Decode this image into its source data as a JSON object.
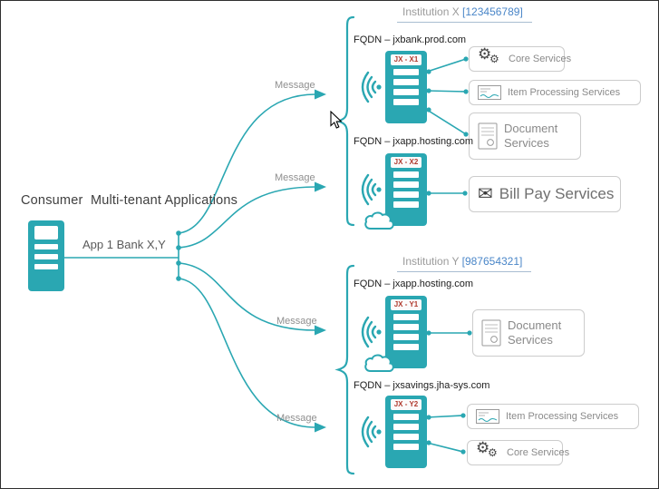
{
  "title": "Consumer  Multi-tenant Applications",
  "app": {
    "label": "App 1 Bank X,Y"
  },
  "message_labels": [
    "Message",
    "Message",
    "Message",
    "Message"
  ],
  "institutions": [
    {
      "name": "Institution X",
      "id": "[123456789]",
      "groups": [
        {
          "fqdn": "FQDN – jxbank.prod.com",
          "server_label": "JX - X1",
          "has_cloud": false,
          "services": [
            {
              "label": "Core Services",
              "icon": "gears-icon"
            },
            {
              "label": "Item Processing Services",
              "icon": "item-processing-icon"
            },
            {
              "label": "Document Services",
              "icon": "document-icon"
            }
          ]
        },
        {
          "fqdn": "FQDN – jxapp.hosting.com",
          "server_label": "JX - X2",
          "has_cloud": true,
          "services": [
            {
              "label": "Bill Pay Services",
              "icon": "envelope-icon"
            }
          ]
        }
      ]
    },
    {
      "name": "Institution Y",
      "id": "[987654321]",
      "groups": [
        {
          "fqdn": "FQDN – jxapp.hosting.com",
          "server_label": "JX - Y1",
          "has_cloud": true,
          "services": [
            {
              "label": "Document Services",
              "icon": "document-icon"
            }
          ]
        },
        {
          "fqdn": "FQDN – jxsavings.jha-sys.com",
          "server_label": "JX - Y2",
          "has_cloud": false,
          "services": [
            {
              "label": "Item Processing Services",
              "icon": "item-processing-icon"
            },
            {
              "label": "Core Services",
              "icon": "gears-icon"
            }
          ]
        }
      ]
    }
  ],
  "colors": {
    "teal": "#2aa7b2",
    "link_blue": "#4a86c8",
    "server_label_red": "#b03a2e",
    "gray_text": "#8a8a8a"
  }
}
